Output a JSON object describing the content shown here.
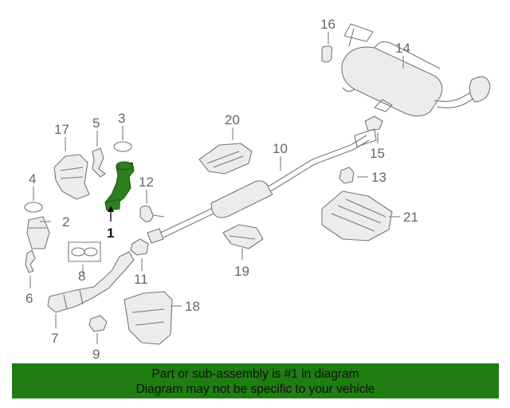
{
  "callouts": {
    "c1": "1",
    "c2": "2",
    "c3": "3",
    "c4": "4",
    "c5": "5",
    "c6": "6",
    "c7": "7",
    "c8": "8",
    "c9": "9",
    "c10": "10",
    "c11": "11",
    "c12": "12",
    "c13": "13",
    "c14": "14",
    "c15": "15",
    "c16": "16",
    "c17": "17",
    "c18": "18",
    "c19": "19",
    "c20": "20",
    "c21": "21"
  },
  "highlighted_part": "1",
  "colors": {
    "highlight": "#2e7d1f",
    "banner": "#1f7d12",
    "line": "#777777"
  },
  "banner": {
    "line1": "Part or sub-assembly is #1 in diagram",
    "line2": "Diagram may not be specific to your vehicle"
  }
}
